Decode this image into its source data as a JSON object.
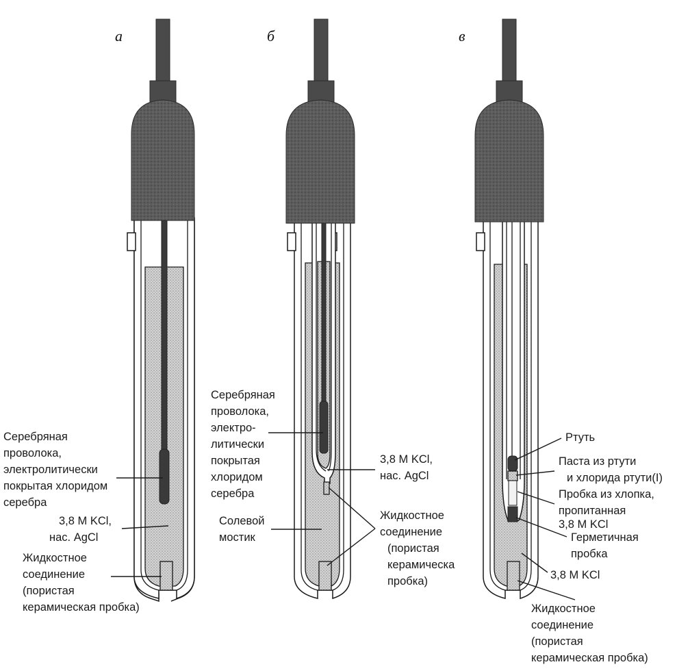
{
  "panels": {
    "a": {
      "letter": "а",
      "labels": {
        "wire": [
          "Серебряная",
          "проволока,",
          "электролитически",
          "покрытая хлоридом",
          " серебра"
        ],
        "solution": [
          "3,8 М KCl,",
          "нас. AgCl"
        ],
        "junction": [
          "Жидкостное",
          "соединение",
          "(пористая",
          "керамическая пробка)"
        ]
      }
    },
    "b": {
      "letter": "б",
      "labels": {
        "wire": [
          "Серебряная",
          "проволока,",
          "электро-",
          "литически",
          "покрытая",
          "хлоридом",
          "серебра"
        ],
        "solution": [
          "3,8 М KCl,",
          "нас. AgCl"
        ],
        "bridge": [
          "Солевой",
          "мостик"
        ],
        "junction": [
          "Жидкостное",
          "соединение",
          "(пористая",
          "керамическа",
          " пробка)"
        ]
      }
    },
    "c": {
      "letter": "в",
      "labels": {
        "mercury": [
          "Ртуть"
        ],
        "paste": [
          "Паста из ртути",
          "и хлорида ртути(I)"
        ],
        "cotton": [
          "Пробка из хлопка,",
          "пропитанная",
          "3,8 М KCl"
        ],
        "seal": [
          "Герметичная",
          "пробка"
        ],
        "solution": [
          "3,8 М KCl"
        ],
        "junction": [
          "Жидкостное",
          "соединение",
          "(пористая",
          "керамическая пробка)"
        ]
      }
    }
  },
  "colors": {
    "ink": "#1a1a1a",
    "cap": "#5a5a5a",
    "solution_fill": "#cfcfcf"
  }
}
